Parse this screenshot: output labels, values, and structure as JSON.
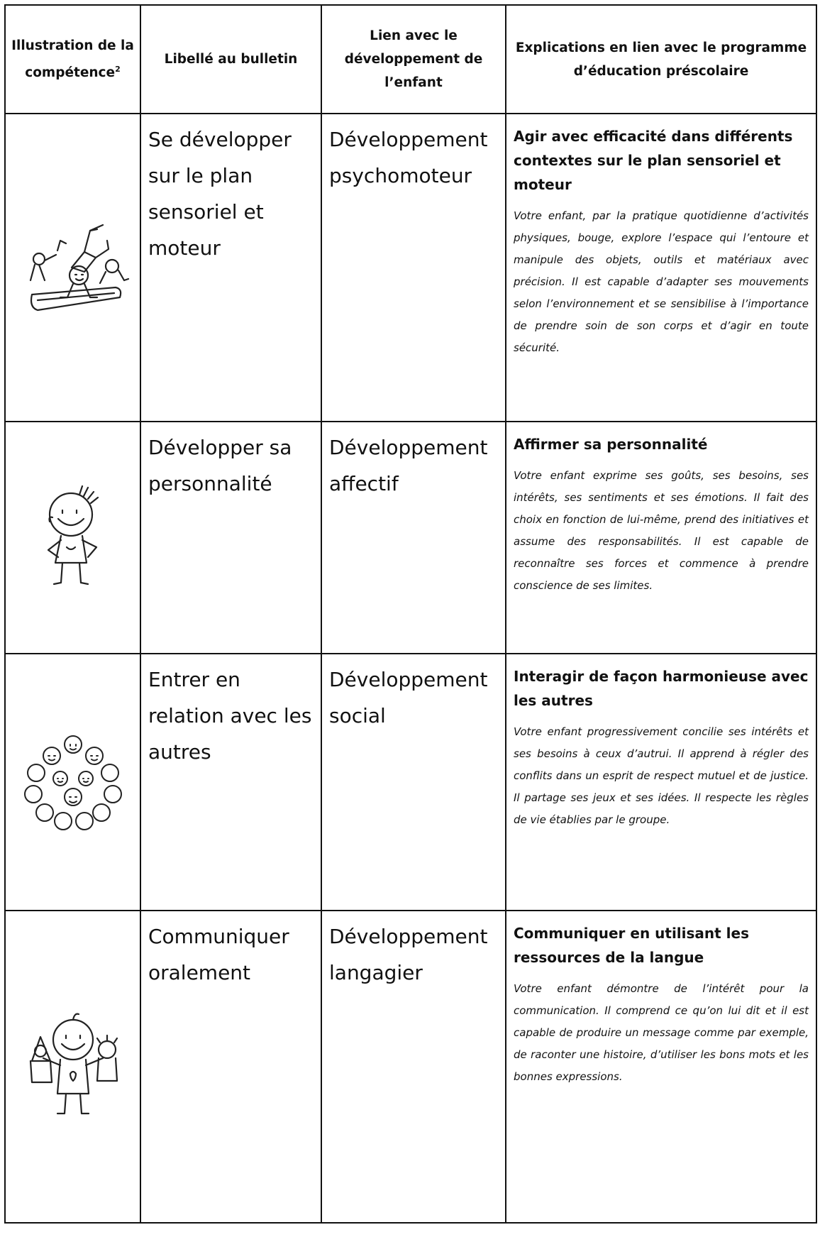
{
  "header": {
    "col1": "Illustration de la compétence",
    "col1_sup": "2",
    "col2": "Libellé au bulletin",
    "col3": "Lien avec le développement de l’enfant",
    "col4": "Explications en lien avec le programme d’éducation préscolaire"
  },
  "rows": [
    {
      "illustration": "child-doing-handstand-on-mat-icon",
      "label": "Se développer sur le plan sensoriel et moteur",
      "development": "Développement psychomoteur",
      "title": "Agir avec efficacité dans différents contextes sur le plan sensoriel et moteur",
      "text": "Votre enfant, par la pratique quotidienne d’activités physiques, bouge, explore l’espace qui l’entoure et manipule des objets, outils et matériaux avec précision. Il est capable d’adapter ses mouvements selon l’environnement et se sensibilise à l’importance de prendre soin de son corps et d’agir en toute sécurité."
    },
    {
      "illustration": "smiling-child-hands-on-hips-icon",
      "label": "Développer sa personnalité",
      "development": "Développement affectif",
      "title": "Affirmer sa personnalité",
      "text": "Votre enfant exprime ses goûts, ses besoins, ses intérêts, ses sentiments et ses émotions. Il fait des choix en fonction de lui-même, prend des initiatives et assume des responsabilités. Il est capable de reconnaître ses forces et commence à prendre conscience de ses limites."
    },
    {
      "illustration": "group-of-children-circle-icon",
      "label": "Entrer en relation avec les autres",
      "development": "Développement social",
      "title": "Interagir de façon harmonieuse avec les autres",
      "text": "Votre enfant progressivement concilie ses intérêts et ses besoins à ceux d’autrui. Il apprend à régler des conflits dans un esprit de respect mutuel et de justice. Il partage ses jeux et ses idées. Il respecte les règles de vie établies par le groupe."
    },
    {
      "illustration": "child-with-hand-puppets-icon",
      "label": "Communiquer oralement",
      "development": "Développement langagier",
      "title": "Communiquer en utilisant les ressources de la langue",
      "text": "Votre enfant démontre de l’intérêt pour la communication. Il comprend ce qu’on lui dit et il est capable de produire un message comme par exemple, de raconter une histoire, d’utiliser les bons mots et les bonnes expressions."
    }
  ]
}
